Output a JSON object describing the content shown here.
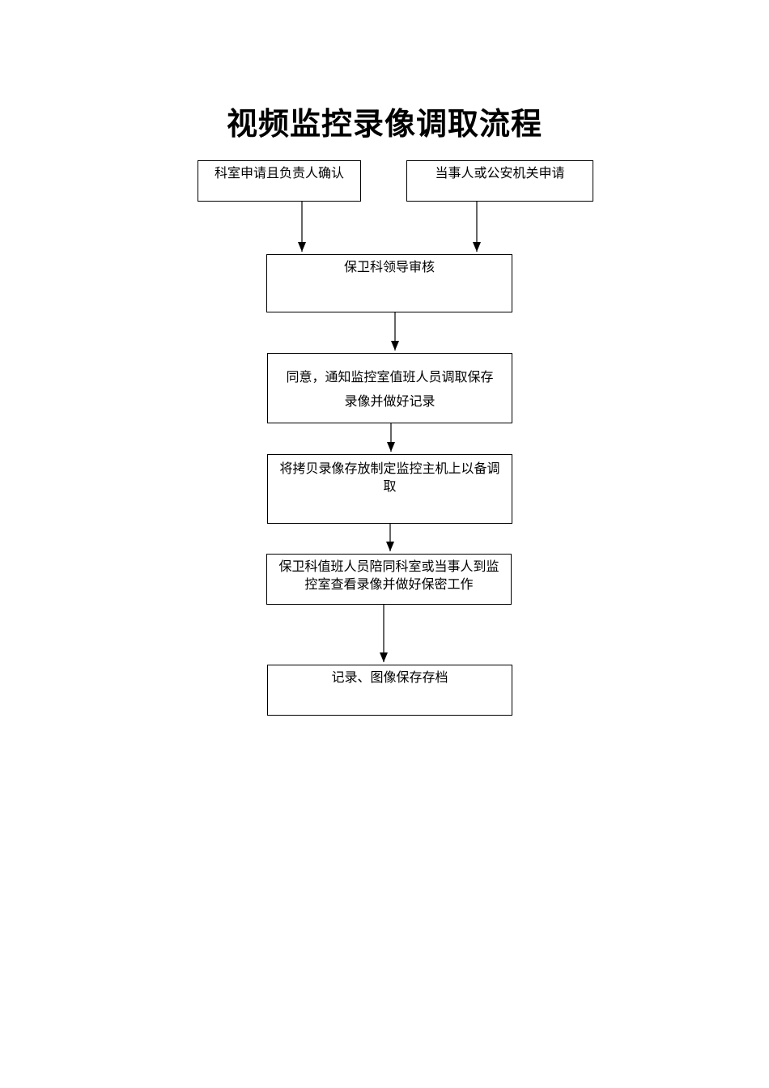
{
  "title": "视频监控录像调取流程",
  "steps": {
    "dept_apply": "科室申请且负责人确认",
    "party_apply": "当事人或公安机关申请",
    "security_review": "保卫科领导审核",
    "notify_line1": "同意，通知监控室值班人员调取保存",
    "notify_line2": "录像并做好记录",
    "copy_store": "将拷贝录像存放制定监控主机上以备调取",
    "view_record": "保卫科值班人员陪同科室或当事人到监控室查看录像并做好保密工作",
    "archive": "记录、图像保存存档"
  }
}
